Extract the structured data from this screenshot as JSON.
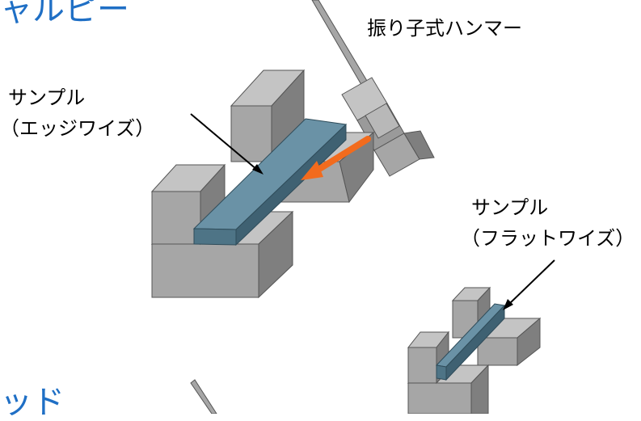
{
  "titles": {
    "charpy_top": "ャルピー",
    "izod_bottom": "ッド"
  },
  "labels": {
    "hammer": "振り子式ハンマー",
    "sample_edgewise_1": "サンプル",
    "sample_edgewise_2": "（エッジワイズ）",
    "sample_flatwise_1": "サンプル",
    "sample_flatwise_2": "（フラットワイズ）"
  },
  "colors": {
    "title_blue": "#1f6fc5",
    "block_front": "#a6a6a6",
    "block_top": "#c4c4c4",
    "block_side": "#7f7f7f",
    "sample_top": "#6a92a6",
    "sample_front": "#4e7486",
    "impact_arrow": "#f26b1d"
  }
}
